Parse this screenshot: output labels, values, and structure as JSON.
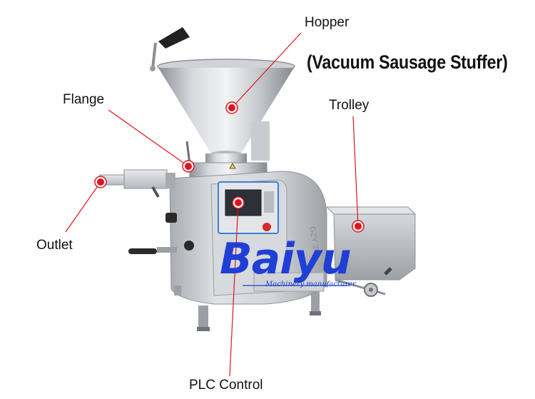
{
  "title": "(Vacuum Sausage Stuffer)",
  "labels": {
    "hopper": "Hopper",
    "flange": "Flange",
    "trolley": "Trolley",
    "outlet": "Outlet",
    "plc_control": "PLC Control"
  },
  "watermark": {
    "brand": "Baiyu",
    "tagline": "Machinery manufacturer"
  },
  "colors": {
    "callout_line": "#e0141e",
    "marker": "#e0141e",
    "logo": "#1f3fd6",
    "steel": "#c9ccd0"
  }
}
